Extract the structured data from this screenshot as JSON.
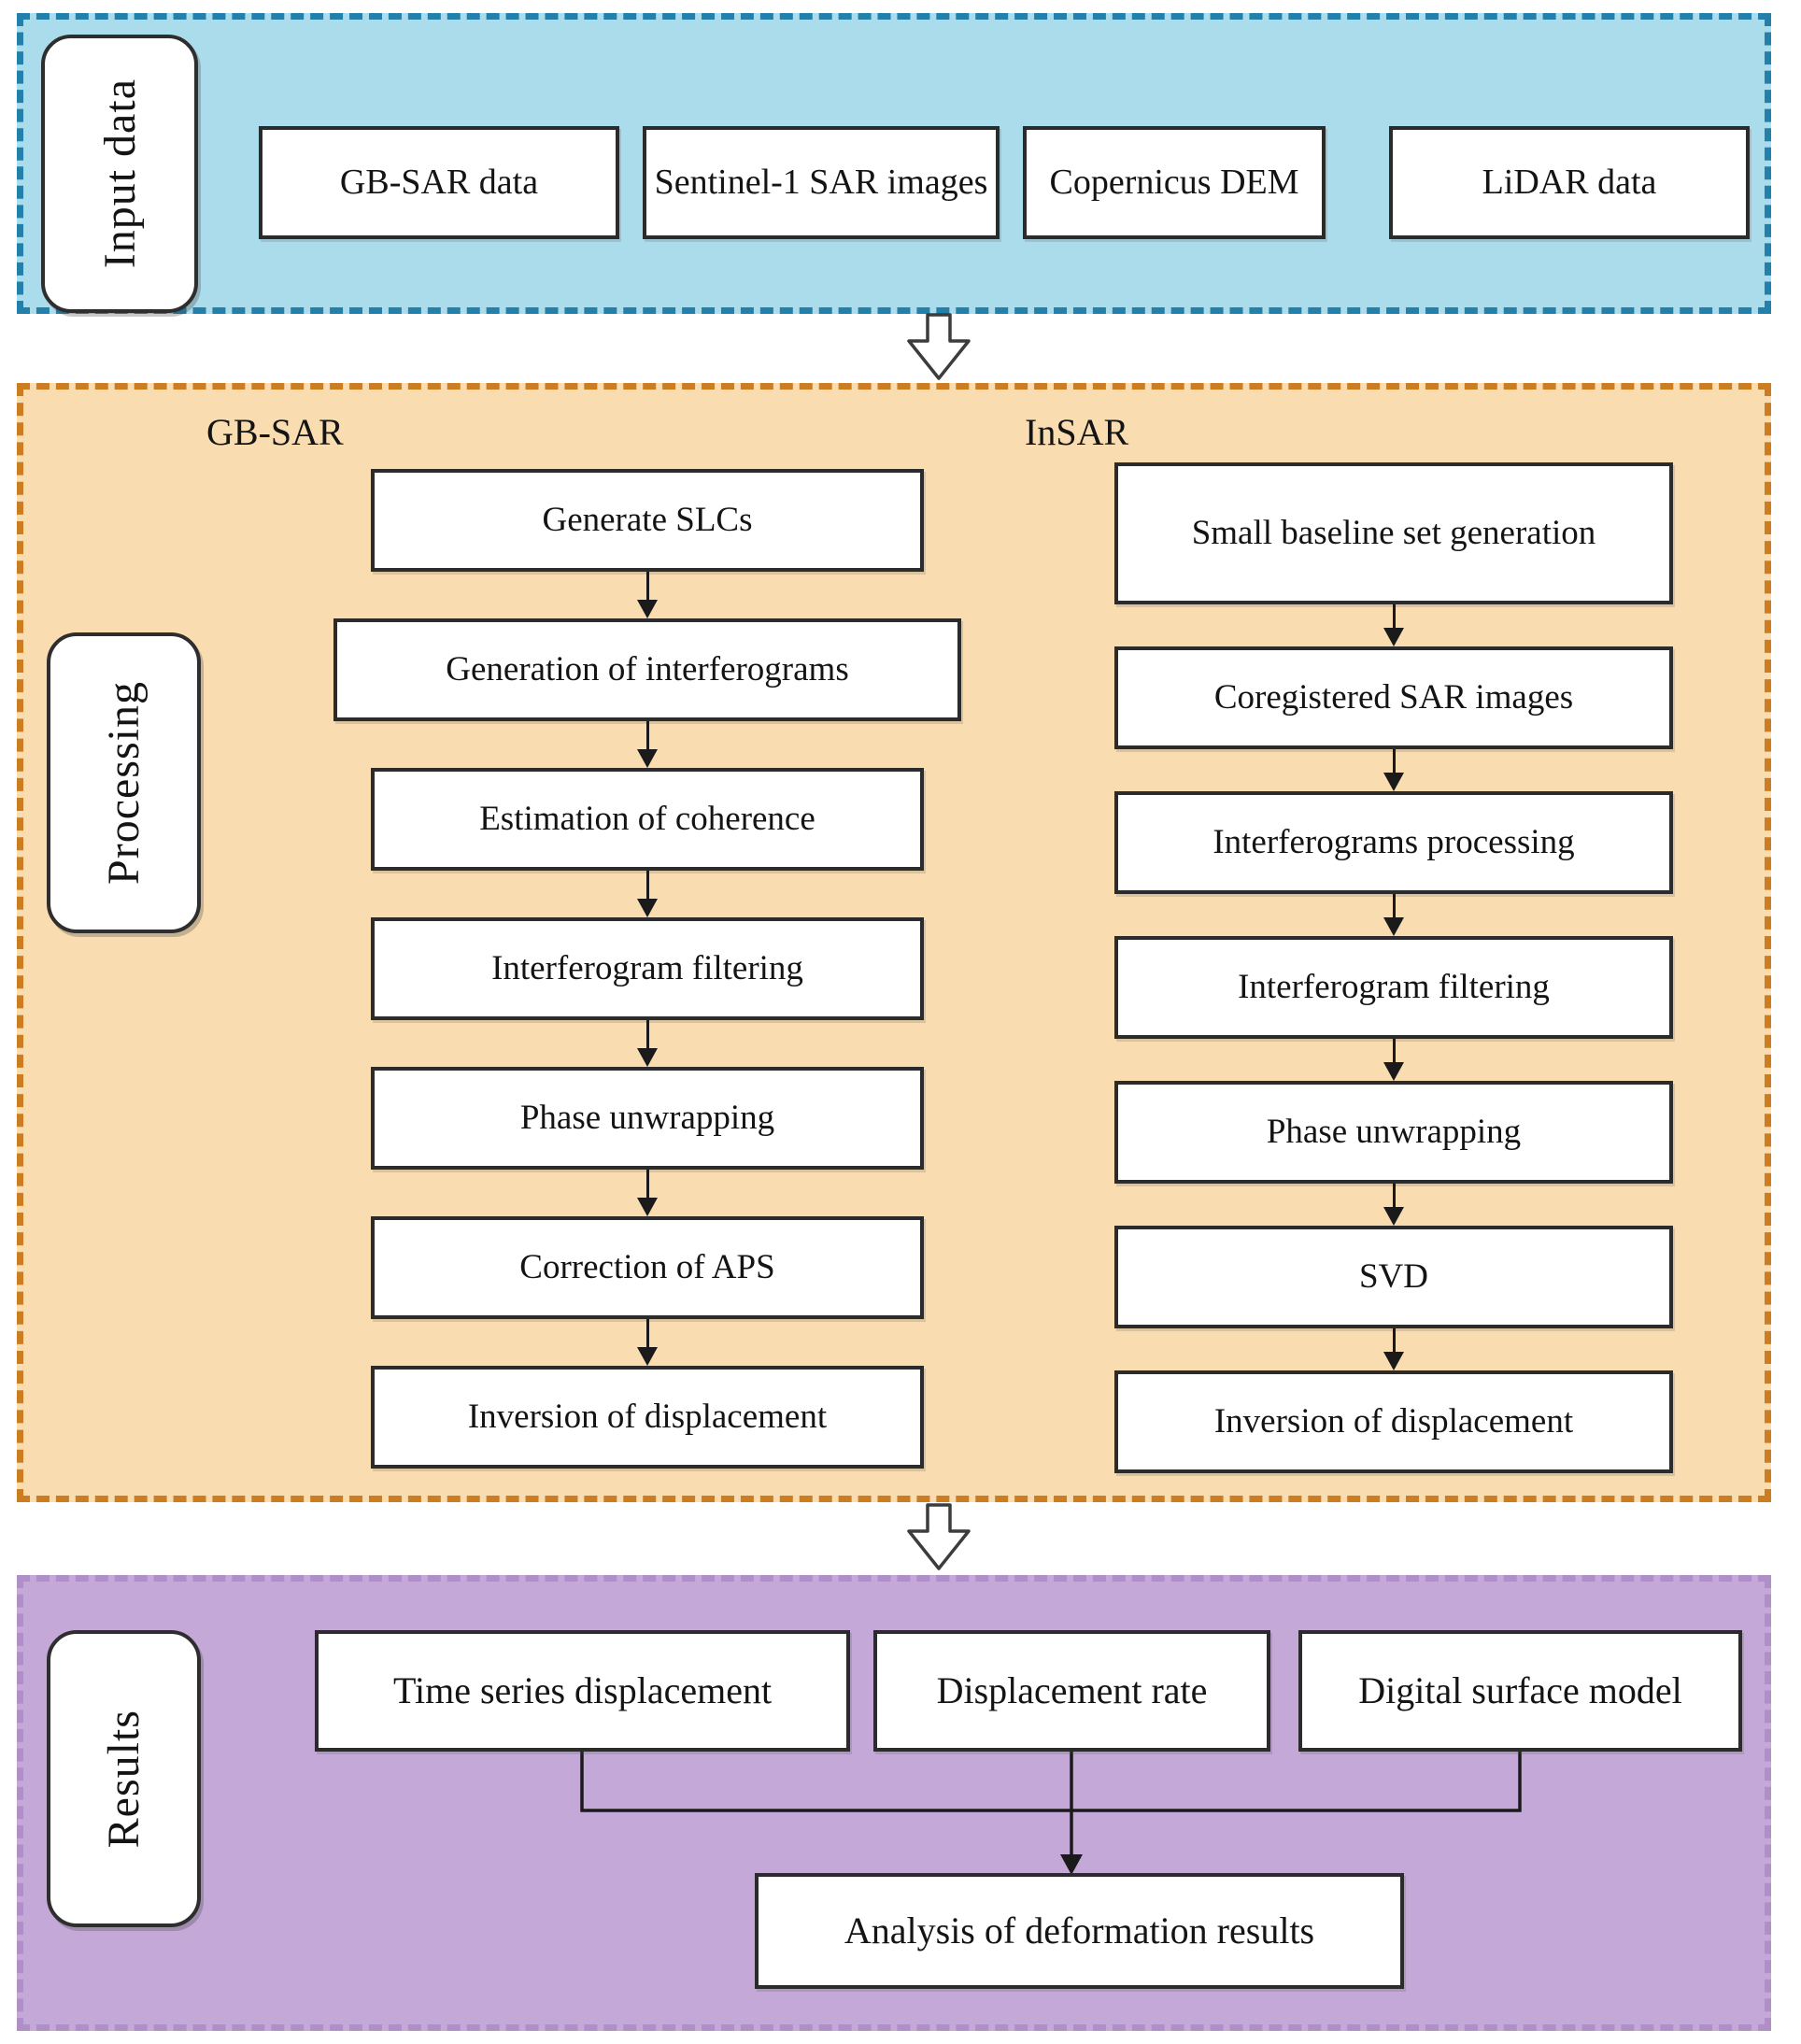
{
  "figure": {
    "type": "flowchart",
    "description": "Workflow of GB-SAR and InSAR deformation monitoring: input data, processing, results"
  },
  "palette": {
    "input_fill": "#abdcec",
    "input_border": "#2380ab",
    "processing_fill": "#f9dcb0",
    "processing_border": "#cc7d21",
    "results_fill": "#c3a8d8",
    "results_border": "#b08fc9",
    "box_border": "#2b2b2b",
    "text": "#141414"
  },
  "input": {
    "label": "Input data",
    "boxes": [
      "GB-SAR data",
      "Sentinel-1 SAR images",
      "Copernicus DEM",
      "LiDAR data"
    ]
  },
  "processing": {
    "label": "Processing",
    "columns": [
      {
        "title": "GB-SAR",
        "steps": [
          "Generate SLCs",
          "Generation of interferograms",
          "Estimation of coherence",
          "Interferogram filtering",
          "Phase unwrapping",
          "Correction of APS",
          "Inversion of displacement"
        ]
      },
      {
        "title": "InSAR",
        "steps": [
          "Small baseline set generation",
          "Coregistered SAR images",
          "Interferograms processing",
          "Interferogram filtering",
          "Phase unwrapping",
          "SVD",
          "Inversion of displacement"
        ]
      }
    ]
  },
  "results": {
    "label": "Results",
    "boxes": [
      "Time series displacement",
      "Displacement rate",
      "Digital surface model"
    ],
    "final": "Analysis of deformation results"
  }
}
